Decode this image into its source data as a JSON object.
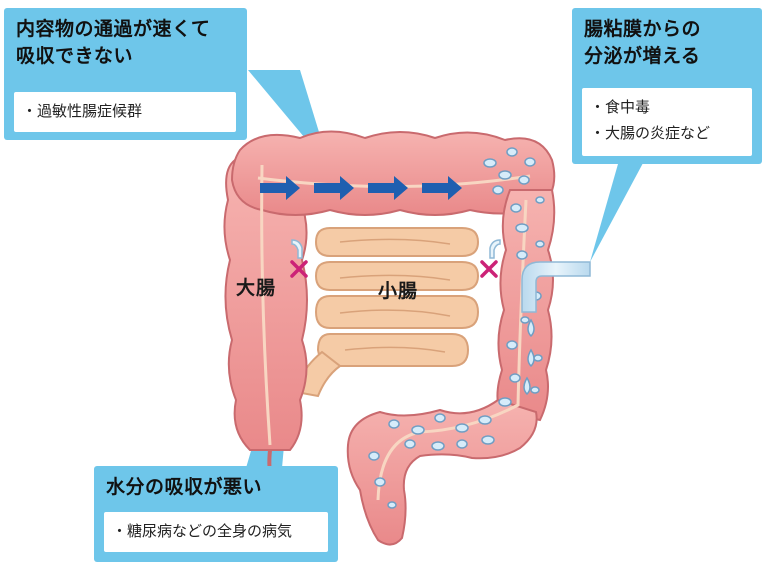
{
  "callouts": {
    "fast_passage": {
      "title": "内容物の通過が速くて\n吸収できない",
      "items": [
        "過敏性腸症候群"
      ]
    },
    "secretion": {
      "title": "腸粘膜からの\n分泌が増える",
      "items": [
        "食中毒",
        "大腸の炎症など"
      ]
    },
    "poor_absorption": {
      "title": "水分の吸収が悪い",
      "items": [
        "糖尿病などの全身の病気"
      ]
    }
  },
  "labels": {
    "large_intestine": "大腸",
    "small_intestine": "小腸"
  },
  "colors": {
    "callout_bg": "#6ec6ea",
    "colon": "#ef9a98",
    "colon_edge": "#c96a6e",
    "small_intestine": "#f5cba6",
    "arrow": "#1f5fb0",
    "x_mark": "#cc2277",
    "droplet": "#d6ecfa"
  },
  "icons": {
    "flow_arrow": "right-arrow-icon",
    "blocked_absorption": "cross-mark-icon",
    "water_droplet": "droplet-icon"
  }
}
